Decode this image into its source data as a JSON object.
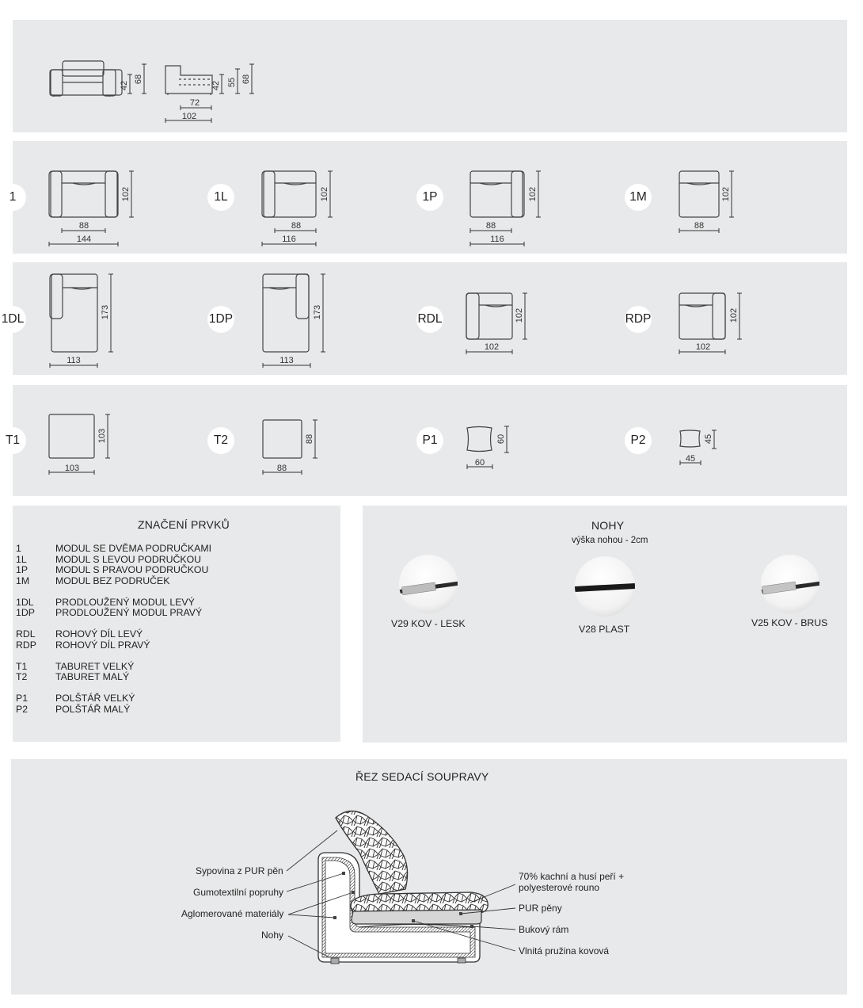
{
  "top_panel": {
    "front_dims": [
      "42",
      "68"
    ],
    "side_dims": [
      "42",
      "55",
      "68"
    ],
    "side_widths": [
      "72",
      "102"
    ]
  },
  "modules": [
    {
      "code": "1",
      "w_inner": "88",
      "w_outer": "144",
      "depth": "102"
    },
    {
      "code": "1L",
      "w_inner": "88",
      "w_outer": "116",
      "depth": "102"
    },
    {
      "code": "1P",
      "w_inner": "88",
      "w_outer": "116",
      "depth": "102"
    },
    {
      "code": "1M",
      "w_inner": "88",
      "depth": "102"
    },
    {
      "code": "1DL",
      "width": "113",
      "depth": "173"
    },
    {
      "code": "1DP",
      "width": "113",
      "depth": "173"
    },
    {
      "code": "RDL",
      "width": "102",
      "depth": "102"
    },
    {
      "code": "RDP",
      "width": "102",
      "depth": "102"
    },
    {
      "code": "T1",
      "width": "103",
      "depth": "103"
    },
    {
      "code": "T2",
      "width": "88",
      "depth": "88"
    },
    {
      "code": "P1",
      "width": "60",
      "depth": "60"
    },
    {
      "code": "P2",
      "width": "45",
      "depth": "45"
    }
  ],
  "legend": {
    "title": "ZNAČENÍ PRVKŮ",
    "groups": [
      [
        [
          "1",
          "MODUL SE DVĚMA PODRUČKAMI"
        ],
        [
          "1L",
          "MODUL S LEVOU PODRUČKOU"
        ],
        [
          "1P",
          "MODUL S PRAVOU PODRUČKOU"
        ],
        [
          "1M",
          "MODUL BEZ PODRUČEK"
        ]
      ],
      [
        [
          "1DL",
          "PRODLOUŽENÝ MODUL LEVÝ"
        ],
        [
          "1DP",
          "PRODLOUŽENÝ MODUL PRAVÝ"
        ]
      ],
      [
        [
          "RDL",
          "ROHOVÝ DÍL LEVÝ"
        ],
        [
          "RDP",
          "ROHOVÝ DÍL PRAVÝ"
        ]
      ],
      [
        [
          "T1",
          "TABURET VELKÝ"
        ],
        [
          "T2",
          "TABURET MALÝ"
        ]
      ],
      [
        [
          "P1",
          "POLŠTÁŘ VELKÝ"
        ],
        [
          "P2",
          "POLŠTÁŘ MALÝ"
        ]
      ]
    ]
  },
  "legs": {
    "title": "NOHY",
    "subtitle": "výška nohou - 2cm",
    "items": [
      {
        "label": "V29 KOV - LESK"
      },
      {
        "label": "V28 PLAST"
      },
      {
        "label": "V25 KOV - BRUS"
      }
    ]
  },
  "section": {
    "title": "ŘEZ SEDACÍ SOUPRAVY",
    "left_labels": [
      "Sypovina z PUR pěn",
      "Gumotextilní popruhy",
      "Aglomerované materiály",
      "Nohy"
    ],
    "right_labels": [
      "70% kachní a husí peří +",
      "polyesterové rouno",
      "PUR pěny",
      "Bukový rám",
      "Vlnitá pružina kovová"
    ]
  }
}
